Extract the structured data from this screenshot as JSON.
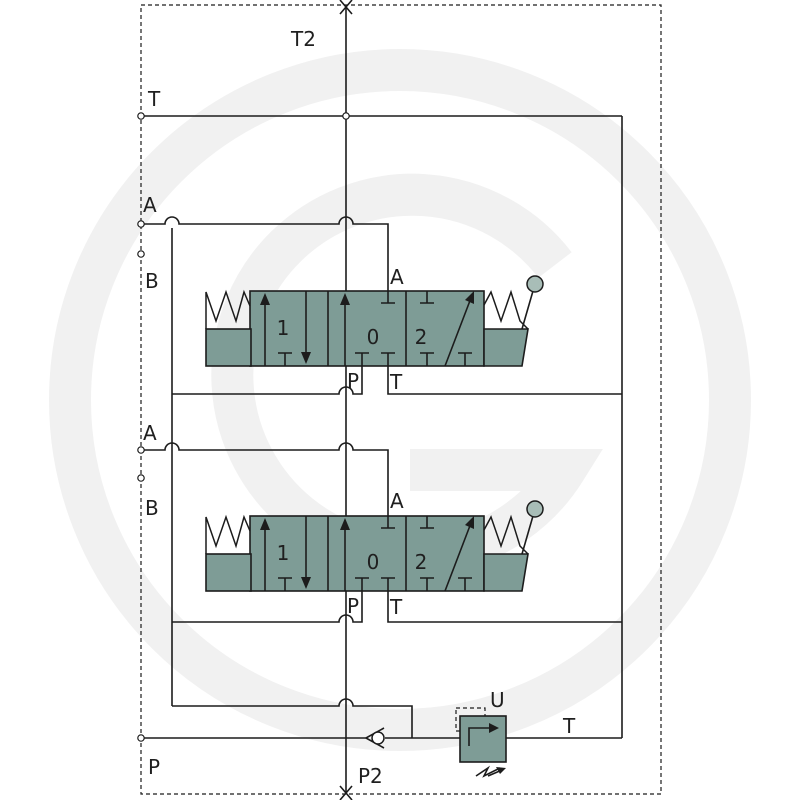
{
  "diagram": {
    "ports": {
      "t2": "T2",
      "t": "T",
      "a_upper": "A",
      "b_upper": "B",
      "a_lower": "A",
      "b_lower": "B",
      "p": "P",
      "p2": "P2",
      "u": "U",
      "t_right": "T"
    },
    "valves": [
      {
        "port_a": "A",
        "port_p": "P",
        "port_t": "T",
        "position_1": "1",
        "position_0": "0",
        "position_2": "2"
      },
      {
        "port_a": "A",
        "port_p": "P",
        "port_t": "T",
        "position_1": "1",
        "position_0": "0",
        "position_2": "2"
      }
    ],
    "colors": {
      "valve_fill": "#7e9c96",
      "line": "#1c1c1c",
      "knob": "#a8bdb7",
      "watermark": "#f1f1f1"
    }
  }
}
